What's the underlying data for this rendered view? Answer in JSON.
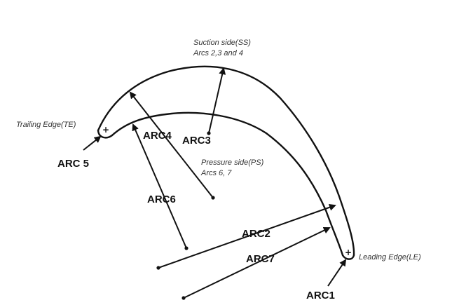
{
  "labels": {
    "suction_side_line1": "Suction side(SS)",
    "suction_side_line2": "Arcs 2,3 and 4",
    "pressure_side_line1": "Pressure side(PS)",
    "pressure_side_line2": "Arcs 6, 7",
    "trailing_edge": "Trailing Edge(TE)",
    "leading_edge": "Leading Edge(LE)",
    "arc1": "ARC1",
    "arc2": "ARC2",
    "arc3": "ARC3",
    "arc4": "ARC4",
    "arc5": "ARC 5",
    "arc6": "ARC6",
    "arc7": "ARC7",
    "te_plus": "+",
    "le_plus": "+"
  },
  "colors": {
    "ink": "#111111",
    "label_text": "#333333",
    "background": "#ffffff"
  }
}
